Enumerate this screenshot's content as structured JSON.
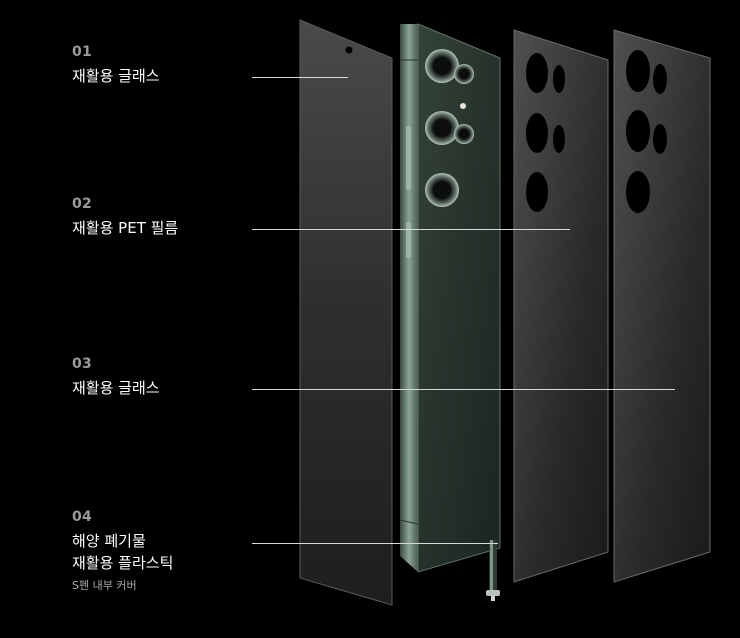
{
  "items": [
    {
      "num": "01",
      "title": "재활용 글래스"
    },
    {
      "num": "02",
      "title": "재활용 PET 필름"
    },
    {
      "num": "03",
      "title": "재활용 글래스"
    },
    {
      "num": "04",
      "title_line1": "해양 폐기물",
      "title_line2": "재활용 플라스틱",
      "subtitle": "S펜 내부 커버"
    }
  ],
  "colors": {
    "background": "#000000",
    "text": "#ffffff",
    "number": "#9a9a9a",
    "subtitle": "#a8a8a8",
    "phone_body": "#2f3b34",
    "phone_frame": "#6f8a78",
    "panel": "#3a3a3a"
  }
}
